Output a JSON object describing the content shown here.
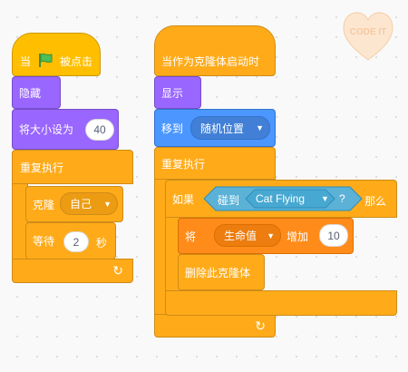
{
  "watermark": {
    "text": "CODE IT"
  },
  "script_left": {
    "hat_prefix": "当",
    "hat_suffix": "被点击",
    "hide": "隐藏",
    "set_size": "将大小设为",
    "set_size_value": "40",
    "forever": "重复执行",
    "clone": "克隆",
    "clone_target": "自己",
    "wait": "等待",
    "wait_value": "2",
    "wait_unit": "秒"
  },
  "script_right": {
    "hat": "当作为克隆体启动时",
    "show": "显示",
    "goto": "移到",
    "goto_target": "随机位置",
    "forever": "重复执行",
    "if": "如果",
    "then": "那么",
    "touching": "碰到",
    "touching_target": "Cat Flying",
    "question": "?",
    "change_prefix": "将",
    "change_var": "生命值",
    "change_mid": "增加",
    "change_value": "10",
    "delete_clone": "删除此克隆体"
  },
  "colors": {
    "events": "#ffbf00",
    "looks": "#9966ff",
    "motion": "#4c97ff",
    "control": "#ffab19",
    "sensing": "#5cb1d6",
    "variables": "#ff8c1a"
  }
}
